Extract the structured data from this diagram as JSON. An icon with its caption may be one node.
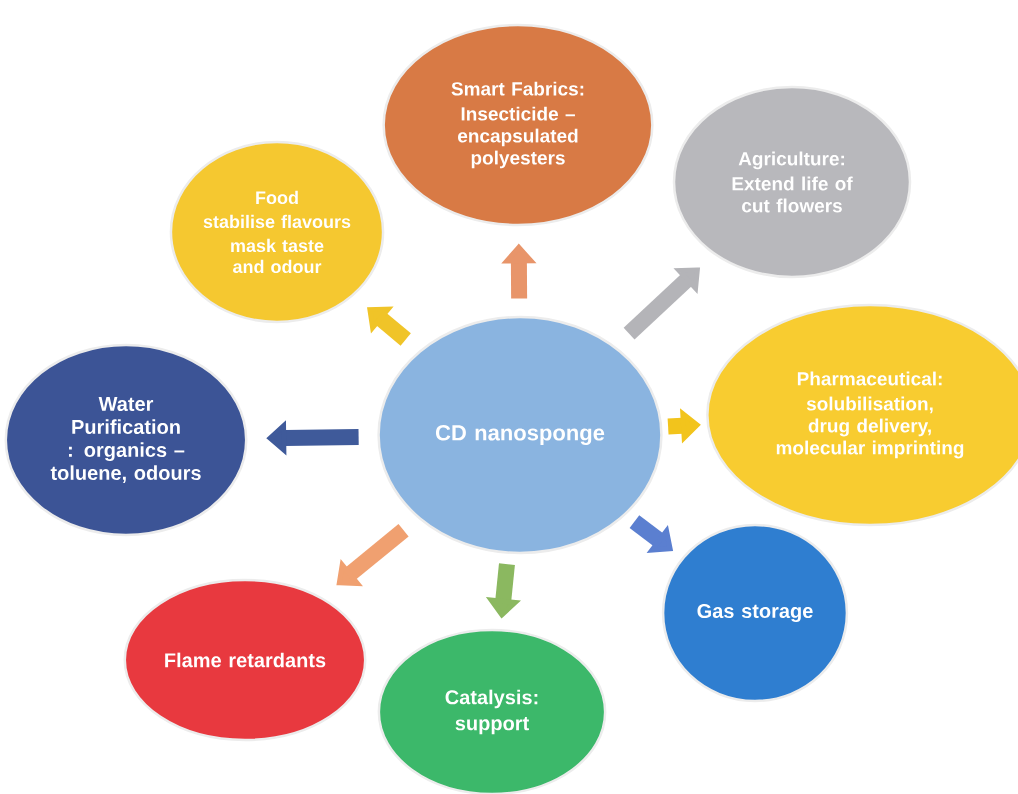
{
  "diagram": {
    "nodes": [
      {
        "text": [
          "CD nanosponge"
        ]
      },
      {
        "text": [
          "Smart Fabrics:",
          "Insecticide – encapsulated polyesters"
        ]
      },
      {
        "text": [
          "Agriculture:",
          "Extend life of cut flowers"
        ]
      },
      {
        "text": [
          "Food",
          "stabilise flavours",
          "mask taste and odour"
        ]
      },
      {
        "text": [
          "Pharmaceutical:",
          "solubilisation, drug delivery, molecular imprinting"
        ]
      },
      {
        "text": [
          "Water Purification : organics – toluene, odours"
        ]
      },
      {
        "text": [
          "Gas storage"
        ]
      },
      {
        "text": [
          "Flame retardants"
        ]
      },
      {
        "text": [
          "Catalysis:",
          "support"
        ]
      }
    ],
    "edges": [
      {
        "from": 0,
        "to": 1,
        "arrow": "to",
        "color": "#e8956a"
      },
      {
        "from": 0,
        "to": 2,
        "arrow": "to",
        "color": "#b4b4b8"
      },
      {
        "from": 0,
        "to": 3,
        "arrow": "to",
        "color": "#f0c428"
      },
      {
        "from": 0,
        "to": 4,
        "arrow": "to",
        "color": "#f2c41c"
      },
      {
        "from": 0,
        "to": 5,
        "arrow": "to",
        "color": "#3f5a9a"
      },
      {
        "from": 0,
        "to": 6,
        "arrow": "to",
        "color": "#5b7fd0"
      },
      {
        "from": 0,
        "to": 7,
        "arrow": "to",
        "color": "#f0a070"
      },
      {
        "from": 0,
        "to": 8,
        "arrow": "to",
        "color": "#8bb860"
      }
    ]
  }
}
